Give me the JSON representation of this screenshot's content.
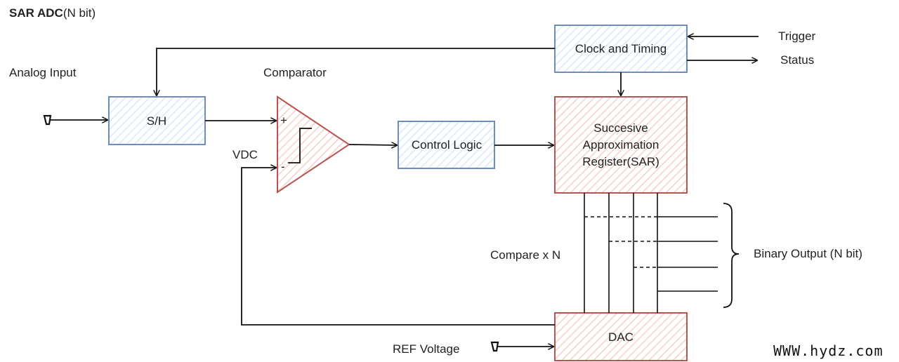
{
  "title": {
    "bold": "SAR ADC",
    "normal": "(N bit)"
  },
  "labels": {
    "analog_input": "Analog Input",
    "comparator": "Comparator",
    "vdc": "VDC",
    "plus": "+",
    "minus": "-",
    "trigger": "Trigger",
    "status": "Status",
    "compare": "Compare x N",
    "binary_output": "Binary Output (N bit)",
    "ref_voltage": "REF Voltage"
  },
  "blocks": {
    "sh": "S/H",
    "clock": "Clock and Timing",
    "control": "Control Logic",
    "sar": [
      "Succesive",
      "Approximation",
      "Register(SAR)"
    ],
    "dac": "DAC"
  },
  "watermark": "WWW.hydz.com",
  "colors": {
    "blue_stroke": "#6c8ebf",
    "blue_fill": "#dae8fc",
    "red_stroke": "#b85450",
    "red_fill": "#f8cecc",
    "line": "#111111"
  }
}
